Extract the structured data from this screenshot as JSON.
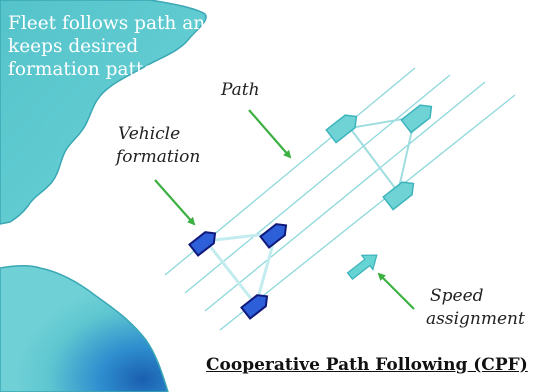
{
  "caption": {
    "line1": "Fleet follows path and",
    "line2": "keeps desired",
    "line3": "formation pattern"
  },
  "labels": {
    "path": "Path",
    "vehicle_formation_line1": "Vehicle",
    "vehicle_formation_line2": "formation",
    "speed_assignment_line1": "Speed",
    "speed_assignment_line2": "assignment"
  },
  "title": "Cooperative Path Following (CPF)",
  "colors": {
    "land": "#5fc9cf",
    "path_lines": "#8ed8dc",
    "formation_links": "#9fdde0",
    "large_vehicles": "#6fd3d6",
    "small_vehicles_fill": "#2d5fd8",
    "small_vehicles_outline": "#10197a",
    "arrows": "#3cb043",
    "speed_arrow": "#67d4d4"
  }
}
